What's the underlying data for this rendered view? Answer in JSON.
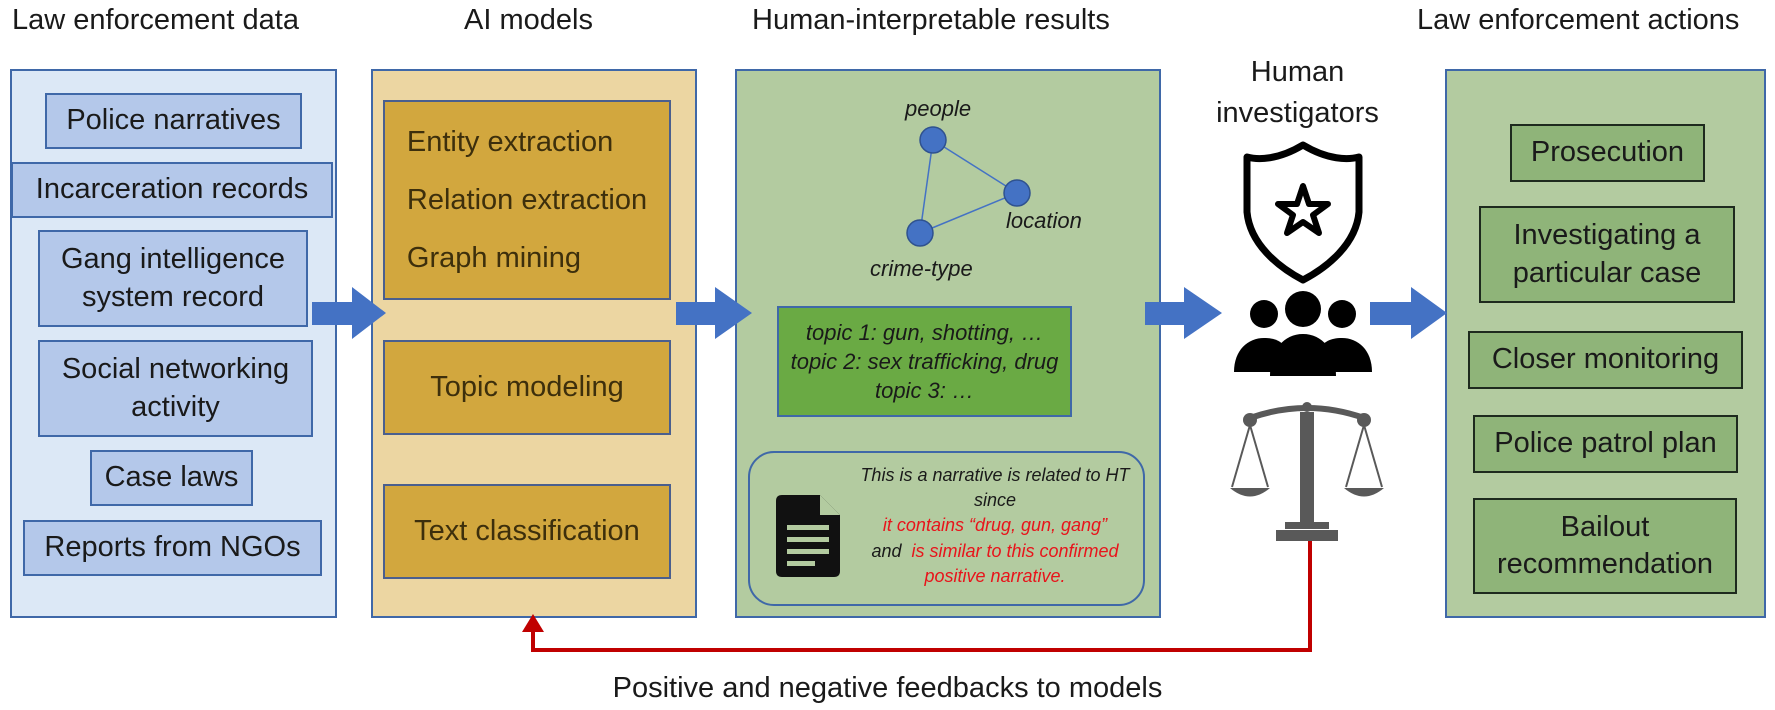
{
  "headers": {
    "law_enforcement_data": "Law enforcement data",
    "ai_models": "AI models",
    "human_interpretable_results": "Human-interpretable results",
    "human_investigators": "Human investigators",
    "law_enforcement_actions": "Law enforcement actions"
  },
  "data_sources": [
    "Police narratives",
    "Incarceration records",
    "Gang intelligence system record",
    "Social networking activity",
    "Case laws",
    "Reports from NGOs"
  ],
  "ai_models": {
    "group1": [
      "Entity extraction",
      "Relation extraction",
      "Graph mining"
    ],
    "topic_modeling": "Topic modeling",
    "text_classification": "Text classification"
  },
  "results": {
    "graph_nodes": {
      "people": "people",
      "location": "location",
      "crime_type": "crime-type"
    },
    "topics": [
      "topic 1: gun, shotting, …",
      "topic 2: sex trafficking, drug",
      "topic 3: …"
    ],
    "explanation": {
      "line1": "This is a narrative is related to HT since",
      "line2": "it contains “drug, gun, gang”",
      "line3_prefix": "and",
      "line3": "is similar to this confirmed positive narrative."
    }
  },
  "actions": [
    "Prosecution",
    "Investigating a particular case",
    "Closer monitoring",
    "Police patrol plan",
    "Bailout recommendation"
  ],
  "feedback": "Positive and negative feedbacks to models",
  "icons": [
    "police-badge-icon",
    "people-group-icon",
    "scales-of-justice-icon",
    "document-icon"
  ],
  "colors": {
    "data_panel": "#dce8f6",
    "data_box": "#b4c8ea",
    "model_panel": "#ecd6a2",
    "model_box": "#d2a73e",
    "results_panel": "#b3cba0",
    "topic_box": "#6aaa44",
    "action_box": "#8fb479",
    "arrow": "#4472c4",
    "feedback_arrow": "#c00000",
    "highlight_text": "#e8141b"
  }
}
